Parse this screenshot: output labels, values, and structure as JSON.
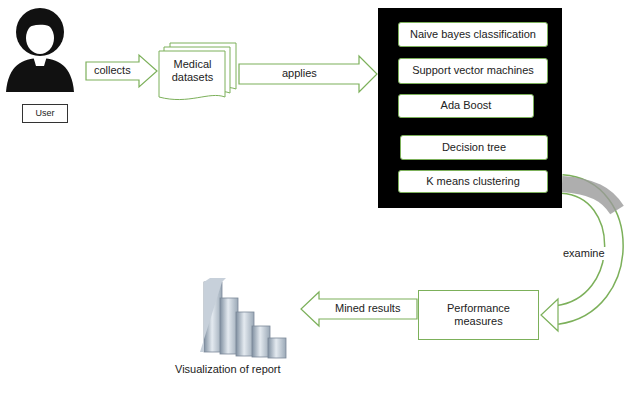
{
  "diagram": {
    "nodes": [
      {
        "text": [
          "User"
        ]
      },
      {
        "text": [
          "Medical datasets"
        ]
      },
      {
        "text": []
      },
      {
        "text": [
          "Naive bayes classification"
        ],
        "in": 2
      },
      {
        "text": [
          "Support vector machines"
        ],
        "in": 2
      },
      {
        "text": [
          "Ada Boost"
        ],
        "in": 2
      },
      {
        "text": [
          "Decision tree"
        ],
        "in": 2
      },
      {
        "text": [
          "K means clustering"
        ],
        "in": 2
      },
      {
        "text": [
          "Performance measures"
        ]
      },
      {
        "text": [
          "Visualization of report"
        ]
      }
    ],
    "edges": [
      {
        "from": 0,
        "to": 1,
        "label": "collects",
        "arrow": "to"
      },
      {
        "from": 1,
        "to": 2,
        "label": "applies",
        "arrow": "to"
      },
      {
        "from": 2,
        "to": 8,
        "label": "examine",
        "arrow": "to"
      },
      {
        "from": 8,
        "to": 9,
        "label": "Mined results",
        "arrow": "to"
      }
    ]
  }
}
